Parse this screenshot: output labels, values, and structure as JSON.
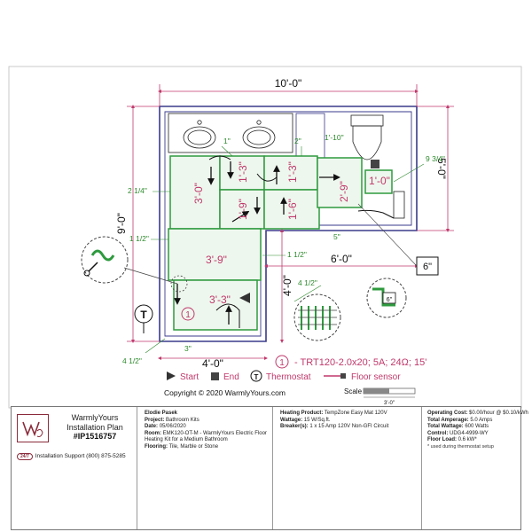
{
  "dims": {
    "top_width": "10'-0\"",
    "right_height": "5'-0\"",
    "left_height": "9'-0\"",
    "bottom_width": "4'-0\"",
    "mid_width": "6'-0\"",
    "lower_height": "4'-0\"",
    "d_1": "1\"",
    "d_2": "2\"",
    "d_1_10": "1'-10\"",
    "d_9_34": "9 3/4\"",
    "d_2_14": "2 1/4\"",
    "d_1_12_a": "1 1/2\"",
    "d_1_12_b": "1 1/2\"",
    "d_4_12_r": "4 1/2\"",
    "d_4_12_l": "4 1/2\"",
    "d_5": "5\"",
    "d_3": "3\""
  },
  "zones": {
    "z1": "3'-0\"",
    "z2": "1'-3\"",
    "z3": "1'-9\"",
    "z4": "1'-3\"",
    "z5": "1'-6\"",
    "z6": "2'-9\"",
    "z7": "1'-0\"",
    "z8": "3'-9\"",
    "z9": "3'-3\""
  },
  "callouts": {
    "six_inch_box": "6\"",
    "six_inch_small": "6\"",
    "mat_number": "1"
  },
  "legend": {
    "mat_desc": "- TRT120-2.0x20; 5A; 24Ω; 15'",
    "start": "Start",
    "end": "End",
    "thermostat": "Thermostat",
    "floor_sensor": "Floor sensor",
    "scale_label": "Scale",
    "scale_value": "3'-0\"",
    "thermostat_symbol": "T",
    "mat_symbol": "1"
  },
  "copyright": "Copyright © 2020 WarmlyYours.com",
  "title_block": {
    "brand": "WarmlyYours Installation Plan",
    "plan_id": "#IP1516757",
    "support_badge": "24/7",
    "support": "Installation Support (800) 875-5285",
    "customer": "Elodie Pasek",
    "project_label": "Project:",
    "project": "Bathroom Kits",
    "date_label": "Date:",
    "date": "05/06/2020",
    "room_label": "Room:",
    "room": "EMK120-OT-M - WarmlyYours Electric Floor Heating Kit for a Medium Bathroom",
    "flooring_label": "Flooring:",
    "flooring": "Tile, Marble or Stone",
    "heating_label": "Heating Product:",
    "heating": "TempZone Easy Mat 120V",
    "wattage_label": "Wattage:",
    "wattage": "15 W/Sq.ft.",
    "breakers_label": "Breaker(s):",
    "breakers": "1 x 15 Amp 120V Non-GFI Circuit",
    "opcost_label": "Operating Cost:",
    "opcost": "$0.00/hour @ $0.10/kWh",
    "amperage_label": "Total Amperage:",
    "amperage": "5.0 Amps",
    "totwatt_label": "Total Wattage:",
    "totwatt": "600 Watts",
    "control_label": "Control:",
    "control": "UDG4-4999-WY",
    "floorload_label": "Floor Load:",
    "floorload": "0.6 kW*",
    "note": "* used during thermostat setup"
  },
  "colors": {
    "wall": "#3a3a8c",
    "mat": "#2e9a3e",
    "dimension": "#c0396b",
    "dim_green": "#2e8a2e",
    "text": "#111111"
  }
}
